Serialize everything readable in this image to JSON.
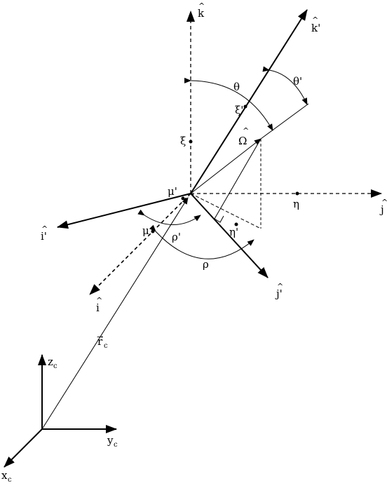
{
  "diagram": {
    "labels": {
      "k_hat": "k",
      "k_prime_hat": "k'",
      "j_hat": "j",
      "j_prime_hat": "j'",
      "i_hat": "i",
      "i_prime_hat": "i'",
      "omega_hat": "Ω",
      "theta": "θ",
      "theta_prime": "θ'",
      "xi": "ξ",
      "xi_prime": "ξ'",
      "eta": "η",
      "eta_prime": "η'",
      "mu": "μ",
      "mu_prime": "μ'",
      "rho": "ρ",
      "rho_prime": "ρ'",
      "r_c": "r",
      "r_c_sub": "c",
      "z_c": "z",
      "z_c_sub": "c",
      "y_c": "y",
      "y_c_sub": "c",
      "x_c": "x",
      "x_c_sub": "c",
      "hat_mark": "^",
      "vector_mark": "→"
    }
  }
}
